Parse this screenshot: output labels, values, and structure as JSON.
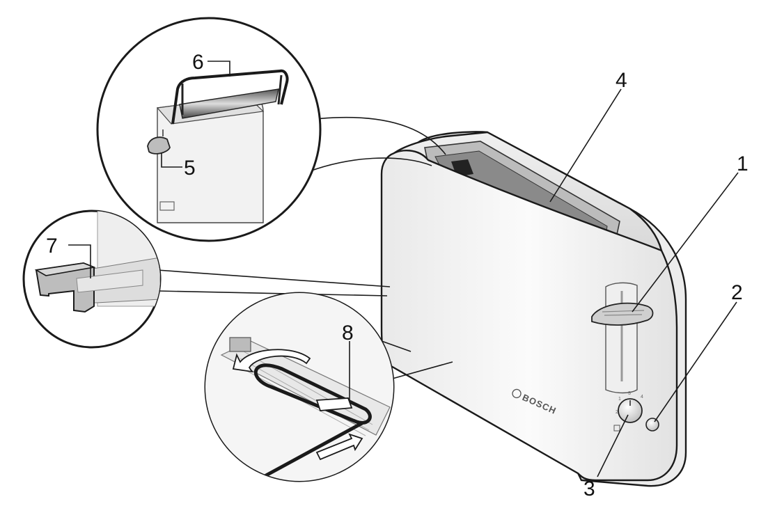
{
  "callouts": {
    "c1": "1",
    "c2": "2",
    "c3": "3",
    "c4": "4",
    "c5": "5",
    "c6": "6",
    "c7": "7",
    "c8": "8"
  },
  "brand": "BOSCH",
  "dial_marks": [
    "1",
    "2",
    "3",
    "4"
  ],
  "colors": {
    "body_light": "#f7f7f7",
    "body_shade": "#dcdcdc",
    "outline": "#1a1a1a",
    "lever": "#c9c9c9"
  }
}
